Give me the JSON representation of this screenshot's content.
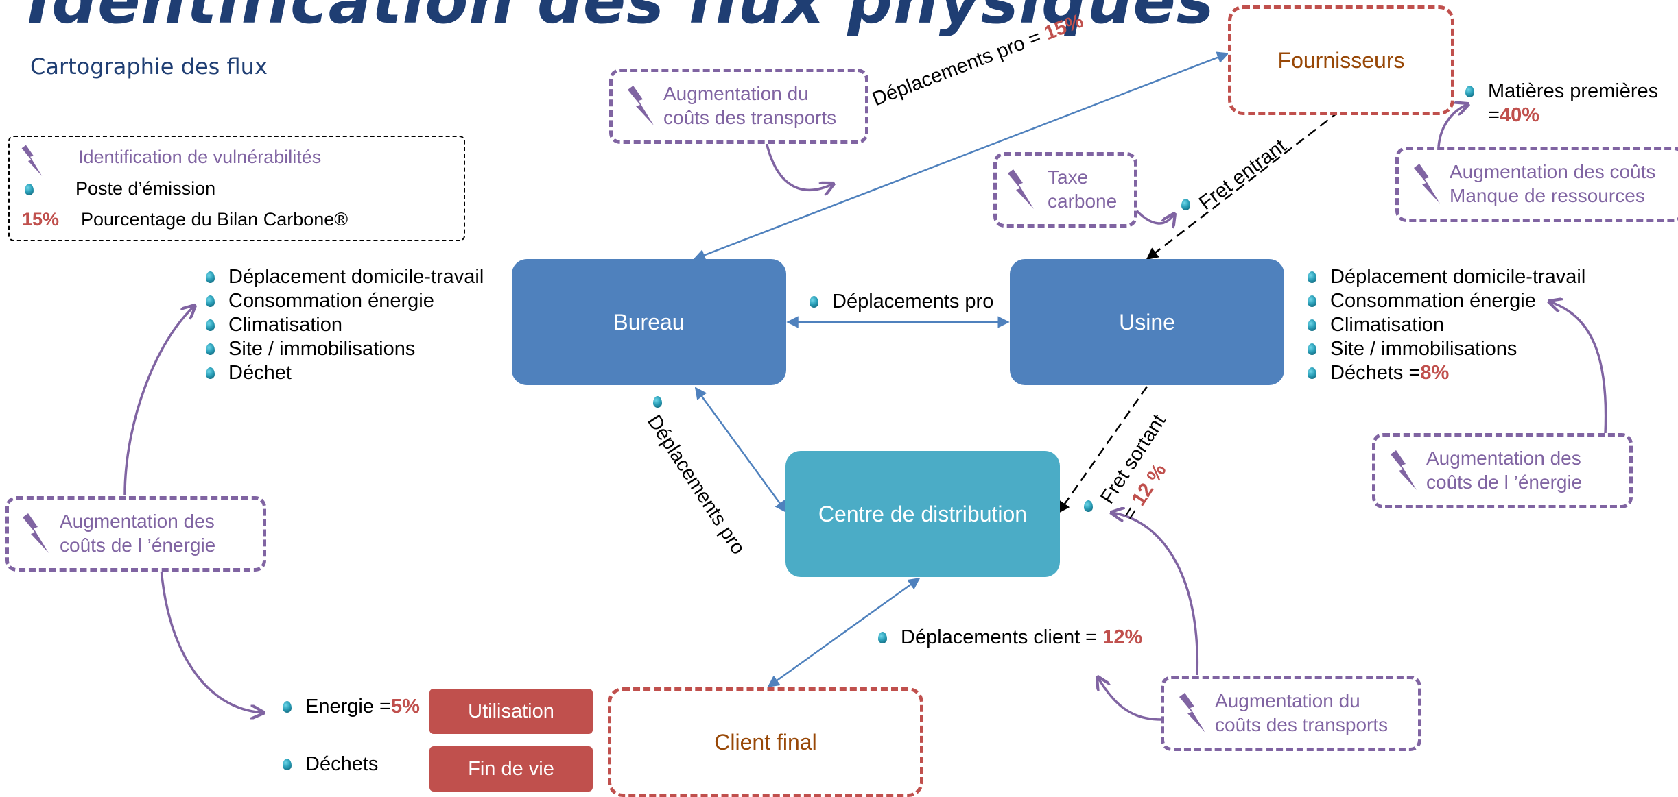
{
  "title": "Identification des flux physiques",
  "subtitle": "Cartographie des flux",
  "legend": {
    "vulnerability": "Identification de vulnérabilités",
    "emission": "Poste d’émission",
    "pct_symbol": "15%",
    "pct_label": "Pourcentage du Bilan Carbone®"
  },
  "nodes": {
    "bureau": "Bureau",
    "usine": "Usine",
    "centre": "Centre de distribution",
    "fournisseurs": "Fournisseurs",
    "client": "Client final"
  },
  "lifecycle": {
    "utilisation": "Utilisation",
    "fin_de_vie": "Fin de vie",
    "energie_label": "Energie = ",
    "energie_pct": "5%",
    "dechets": "Déchets"
  },
  "bureau_list": [
    "Déplacement domicile-travail",
    "Consommation énergie",
    "Climatisation",
    "Site / immobilisations",
    "Déchet"
  ],
  "usine_list": {
    "items": [
      "Déplacement domicile-travail",
      "Consommation énergie",
      "Climatisation",
      "Site / immobilisations"
    ],
    "last_label": "Déchets = ",
    "last_pct": "8%"
  },
  "flows": {
    "deplacements_pro_top": "Déplacements pro = ",
    "deplacements_pro_top_pct": "15%",
    "deplacements_pro_mid": "Déplacements pro",
    "deplacements_pro_diag": "Déplacements pro",
    "fret_entrant": "Fret entrant",
    "fret_sortant": "Fret sortant",
    "fret_sortant_eq": "= ",
    "fret_sortant_pct": "12 %",
    "deplacements_client": "Déplacements client = ",
    "deplacements_client_pct": "12%",
    "matieres_line1": "Matières premières",
    "matieres_line2": "= ",
    "matieres_pct": "40%"
  },
  "vulnerabilities": {
    "transport_top_1": "Augmentation du",
    "transport_top_2": "coûts des transports",
    "taxe_1": "Taxe",
    "taxe_2": "carbone",
    "ressources_1": "Augmentation des coûts",
    "ressources_2": "Manque de ressources",
    "energie_left_1": "Augmentation des",
    "energie_left_2": "coûts de l ’énergie",
    "energie_right_1": "Augmentation des",
    "energie_right_2": "coûts de l ’énergie",
    "transport_bottom_1": "Augmentation du",
    "transport_bottom_2": "coûts des transports"
  },
  "colors": {
    "title": "#1f3e73",
    "node_blue": "#4f81bd",
    "node_teal": "#4bacc6",
    "red": "#c0504d",
    "purple": "#8064a2",
    "brown": "#984807"
  }
}
